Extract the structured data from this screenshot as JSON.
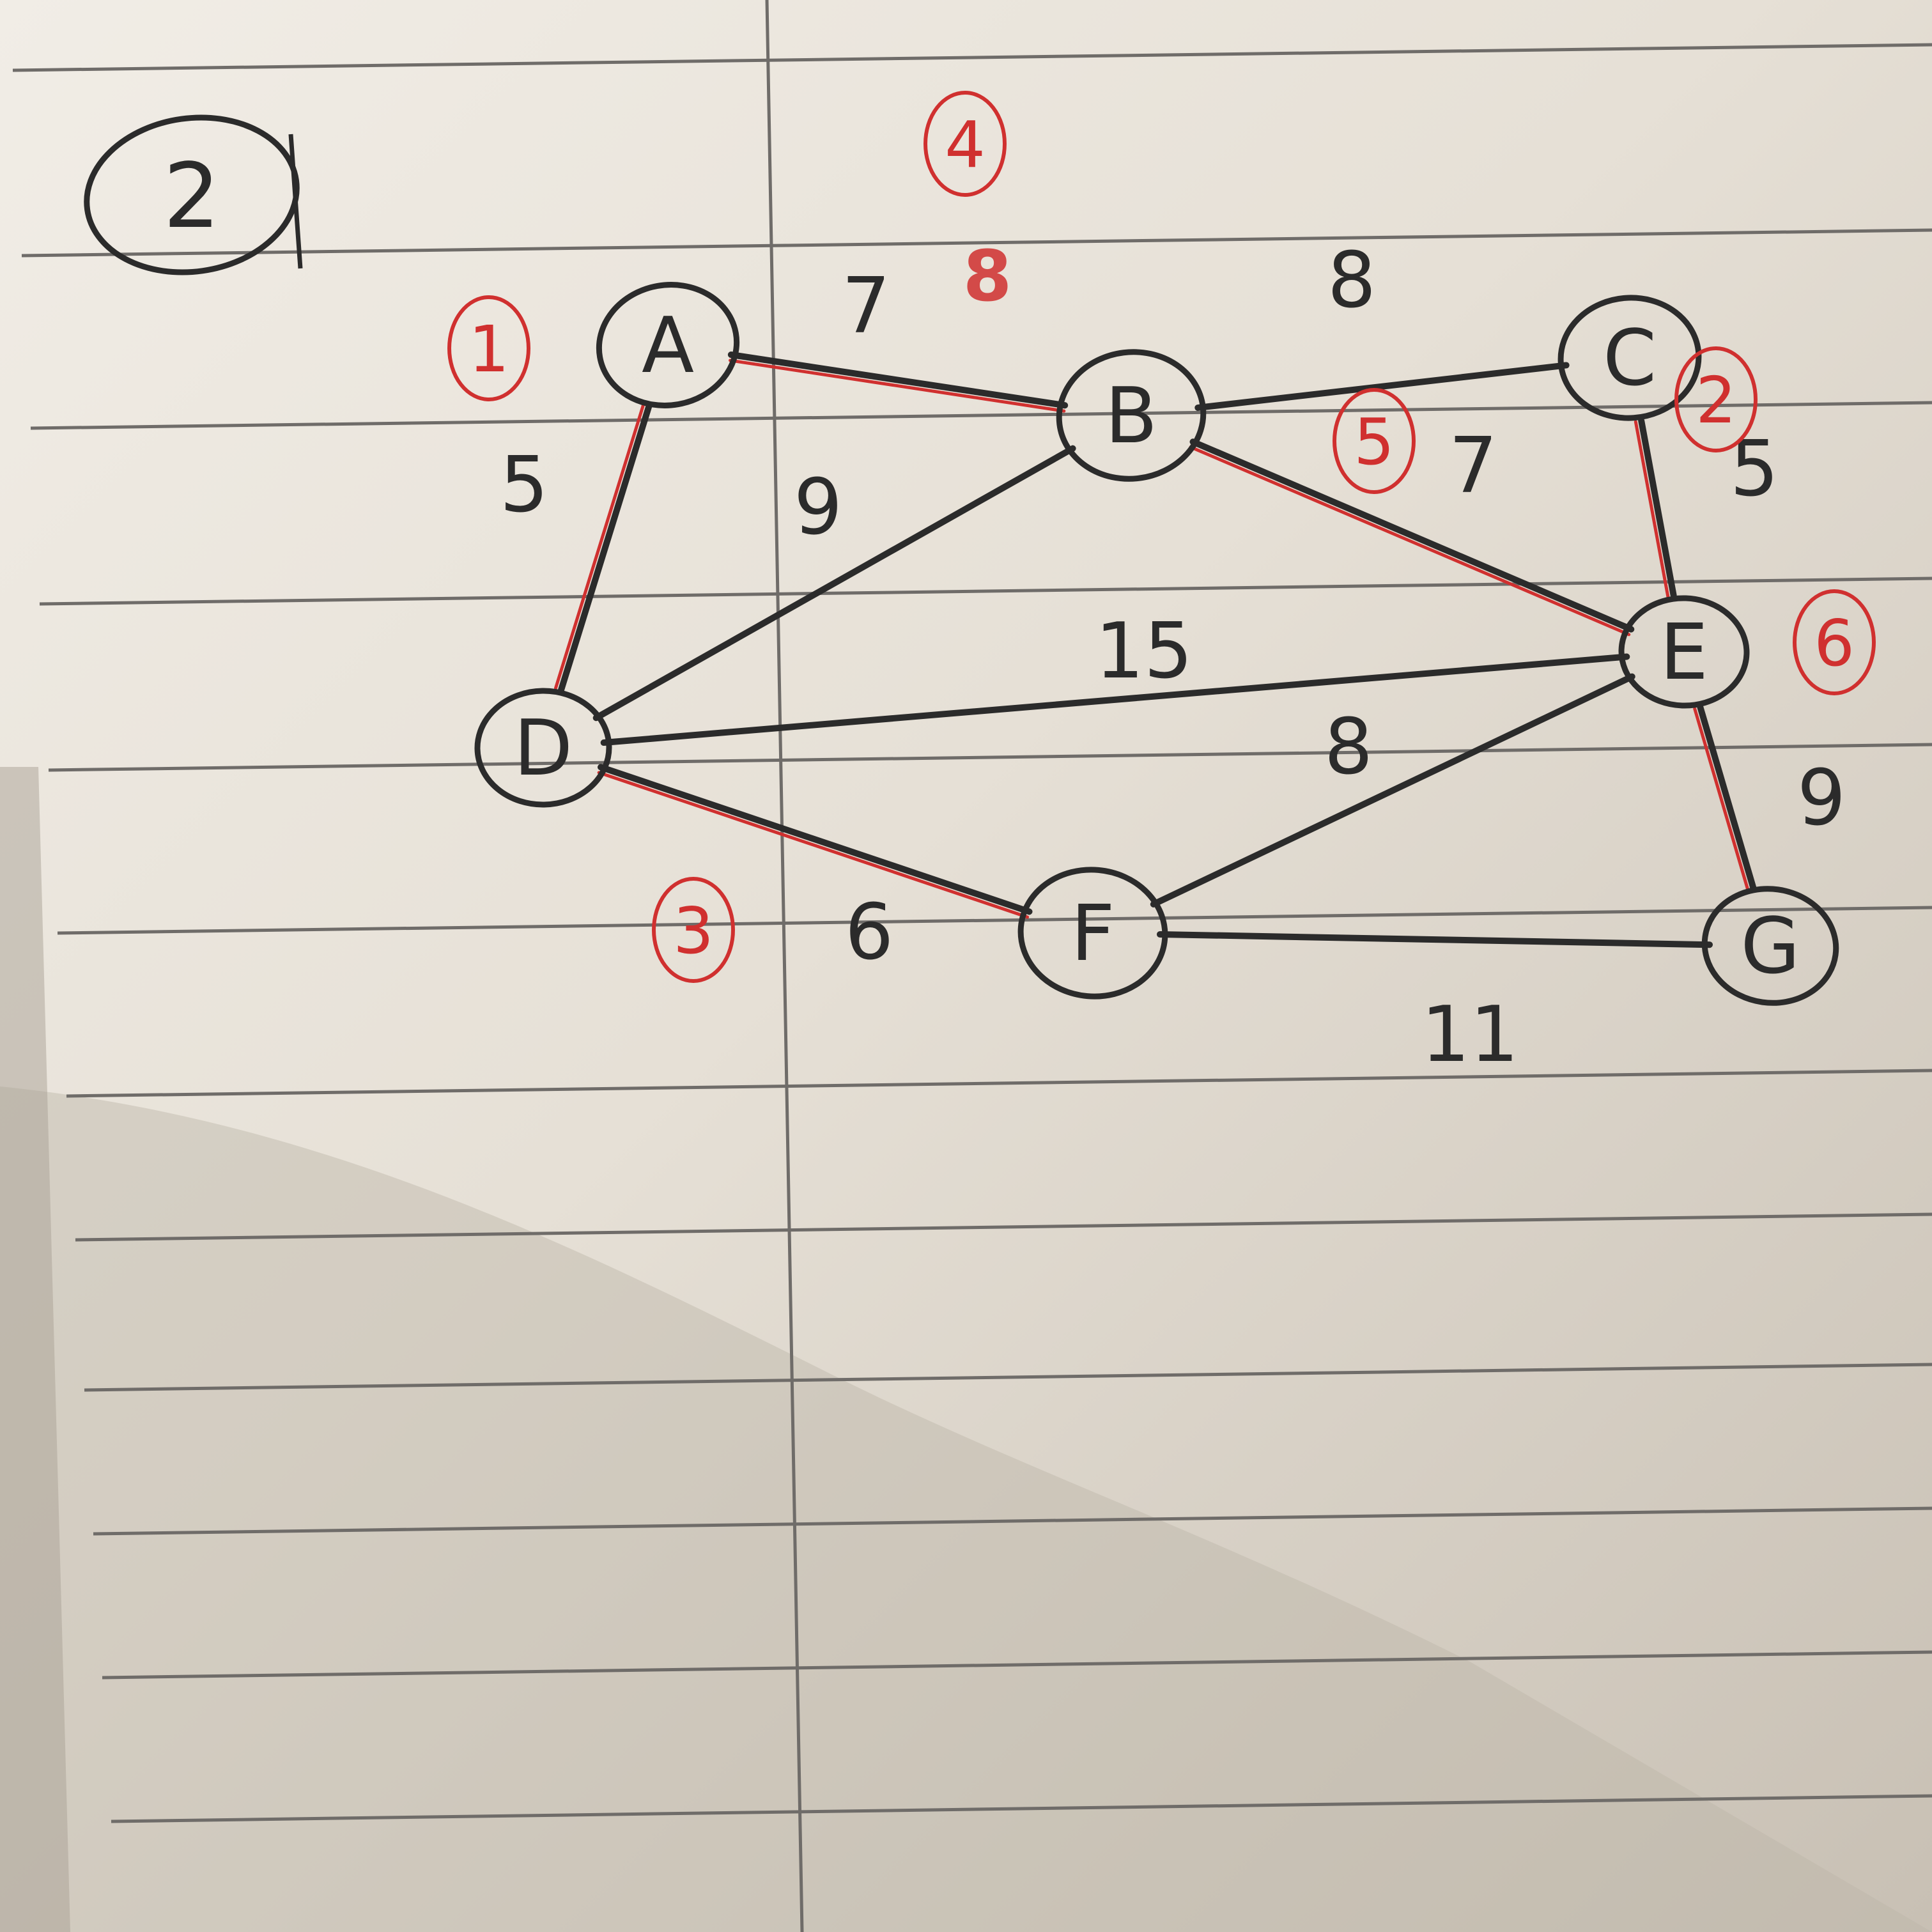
{
  "section_number": "2",
  "colors": {
    "paper": "#e9e4dc",
    "rule_line": "#6f6c69",
    "pencil": "#2b2b2b",
    "red_pen": "#d0302f",
    "shadow": "#c9c2b8"
  },
  "nodes": [
    {
      "id": "A",
      "label": "A"
    },
    {
      "id": "B",
      "label": "B"
    },
    {
      "id": "C",
      "label": "C"
    },
    {
      "id": "D",
      "label": "D"
    },
    {
      "id": "E",
      "label": "E"
    },
    {
      "id": "F",
      "label": "F"
    },
    {
      "id": "G",
      "label": "G"
    }
  ],
  "edges": [
    {
      "from": "A",
      "to": "B",
      "weight": "7",
      "selected": true,
      "order": "4"
    },
    {
      "from": "A",
      "to": "D",
      "weight": "5",
      "selected": true,
      "order": "1"
    },
    {
      "from": "B",
      "to": "C",
      "weight": "8",
      "selected": false,
      "order": ""
    },
    {
      "from": "B",
      "to": "D",
      "weight": "9",
      "selected": false,
      "order": ""
    },
    {
      "from": "B",
      "to": "E",
      "weight": "7",
      "selected": true,
      "order": "5"
    },
    {
      "from": "C",
      "to": "E",
      "weight": "5",
      "selected": true,
      "order": "2"
    },
    {
      "from": "D",
      "to": "E",
      "weight": "15",
      "selected": false,
      "order": ""
    },
    {
      "from": "D",
      "to": "F",
      "weight": "6",
      "selected": true,
      "order": "3"
    },
    {
      "from": "E",
      "to": "F",
      "weight": "8",
      "selected": false,
      "order": ""
    },
    {
      "from": "E",
      "to": "G",
      "weight": "9",
      "selected": true,
      "order": "6"
    },
    {
      "from": "F",
      "to": "G",
      "weight": "11",
      "selected": false,
      "order": ""
    }
  ],
  "extra_marks": [
    {
      "id": "scribble-under-4",
      "text": "8"
    }
  ]
}
